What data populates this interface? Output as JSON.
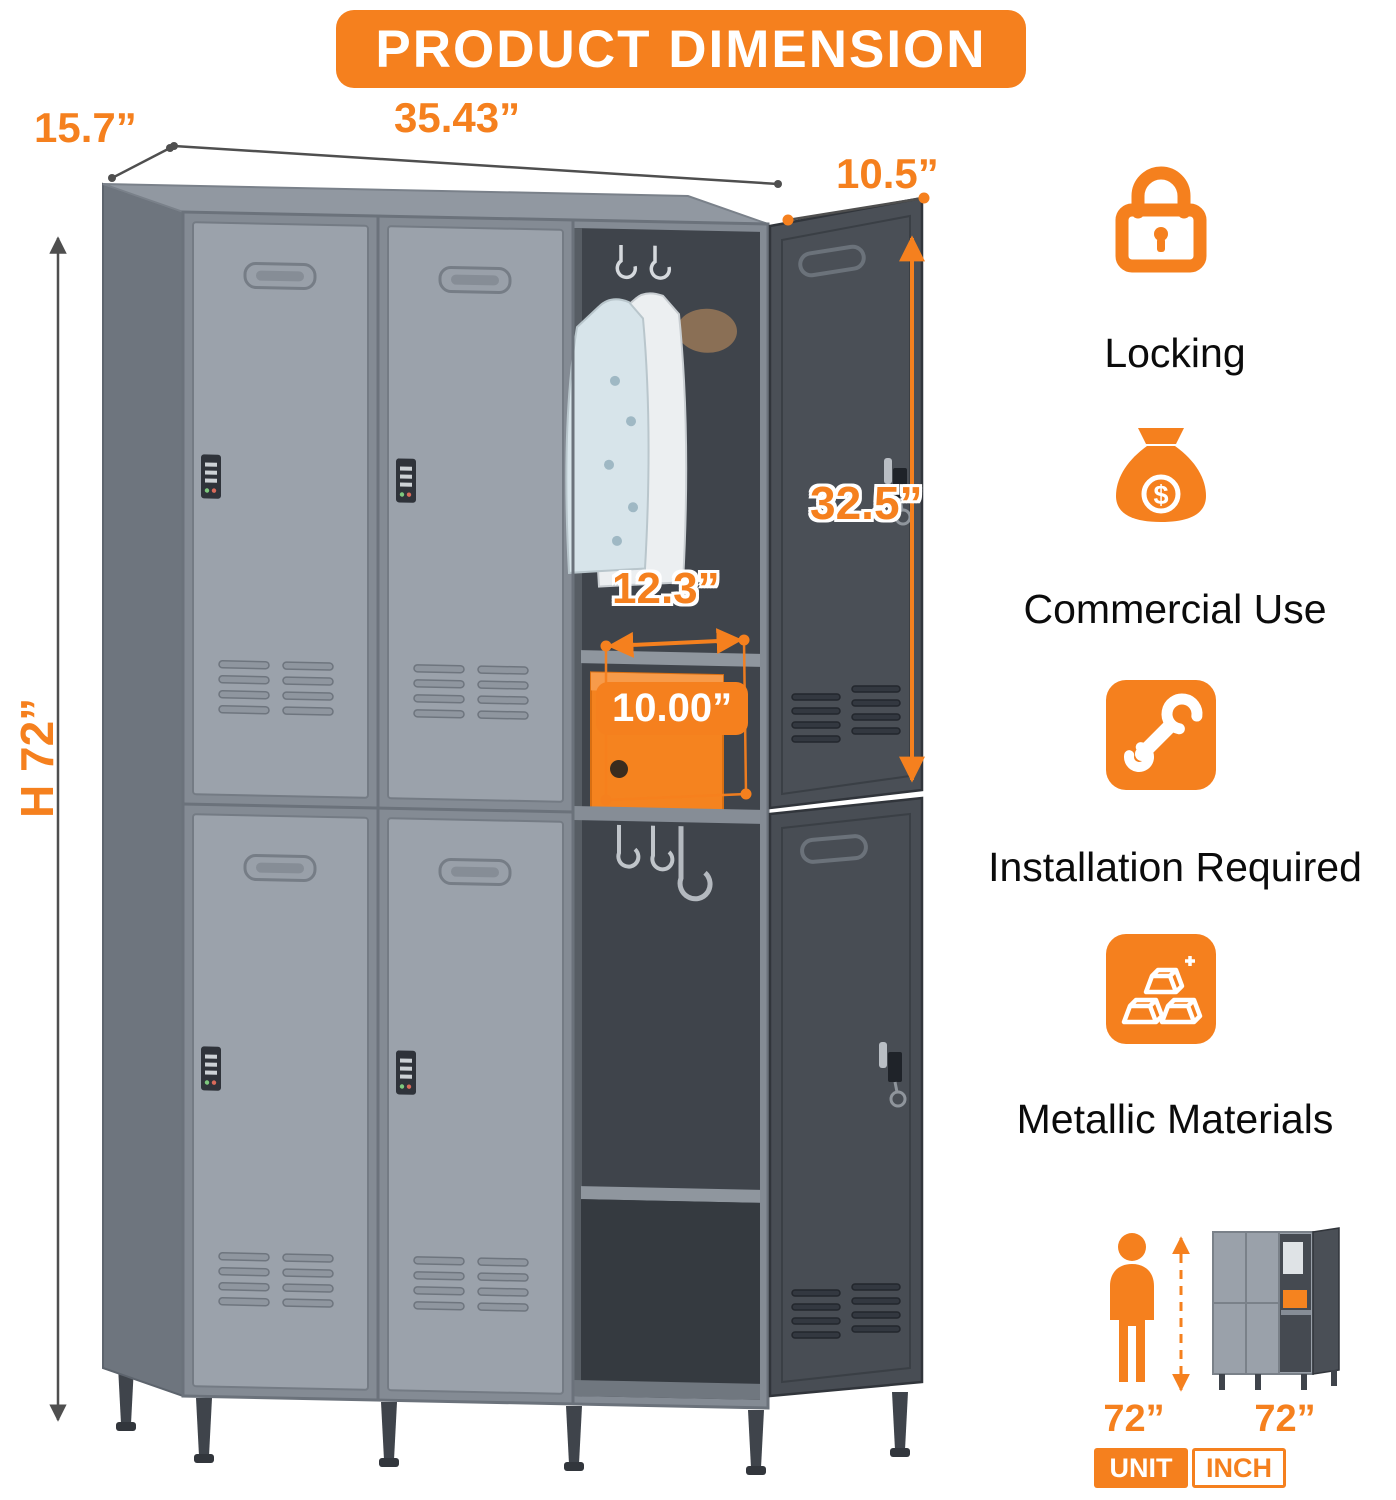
{
  "title": "PRODUCT DIMENSION",
  "dimensions": {
    "depth": "15.7”",
    "width": "35.43”",
    "open_door_width": "10.5”",
    "height": "H 72”",
    "door_height": "32.5”",
    "cubby_width": "12.3”",
    "cubby_depth": "10.00”"
  },
  "features": [
    {
      "label": "Locking",
      "icon": "lock-icon"
    },
    {
      "label": "Commercial Use",
      "icon": "money-bag-icon"
    },
    {
      "label": "Installation Required",
      "icon": "wrench-icon"
    },
    {
      "label": "Metallic Materials",
      "icon": "gold-bars-icon"
    }
  ],
  "size_compare": {
    "person_height": "72”",
    "locker_height": "72”",
    "unit": "UNIT",
    "inch": "INCH"
  },
  "icons": {
    "dollar_glyph": "$"
  },
  "colors": {
    "accent_orange": "#F5801E",
    "locker_gray": "#9BA2AB",
    "dark_door": "#4A4F56"
  }
}
